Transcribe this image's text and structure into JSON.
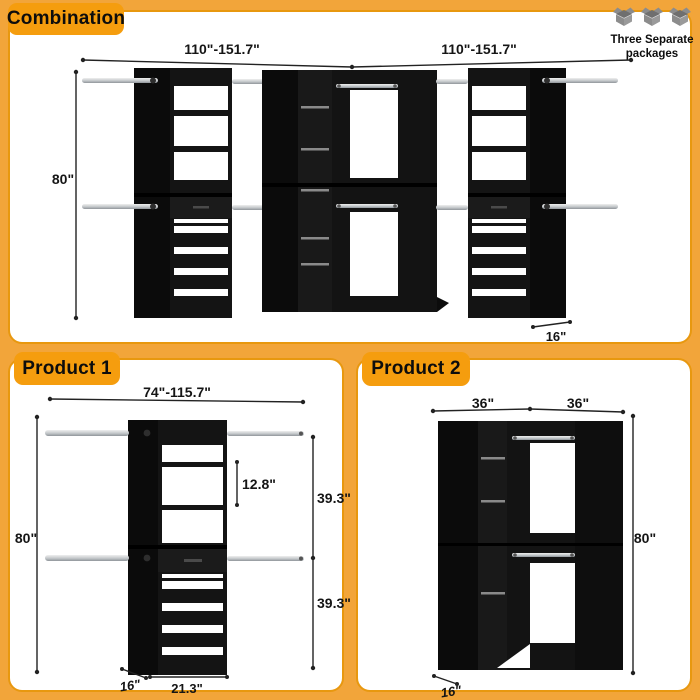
{
  "colors": {
    "background": "#F2A53A",
    "badge": "#F59D0E",
    "panel_border": "#E8980F",
    "furniture_black": "#141414",
    "rod_chrome": "#C3C7CA",
    "package_icon_gray": "#8C8C8C",
    "dimension_line": "#222222"
  },
  "combination": {
    "title": "Combination",
    "packages_note": {
      "line1": "Three Separate",
      "line2": "packages"
    },
    "dims": {
      "width_left": "110\"-151.7\"",
      "width_right": "110\"-151.7\"",
      "height": "80\"",
      "depth": "16\""
    }
  },
  "product1": {
    "title": "Product 1",
    "dims": {
      "width": "74\"-115.7\"",
      "height": "80\"",
      "shelf_spacing": "12.8\"",
      "upper_section": "39.3\"",
      "lower_section": "39.3\"",
      "tower_width": "21.3\"",
      "depth": "16\""
    }
  },
  "product2": {
    "title": "Product 2",
    "dims": {
      "width_left": "36\"",
      "width_right": "36\"",
      "height": "80\"",
      "depth": "16\""
    }
  }
}
